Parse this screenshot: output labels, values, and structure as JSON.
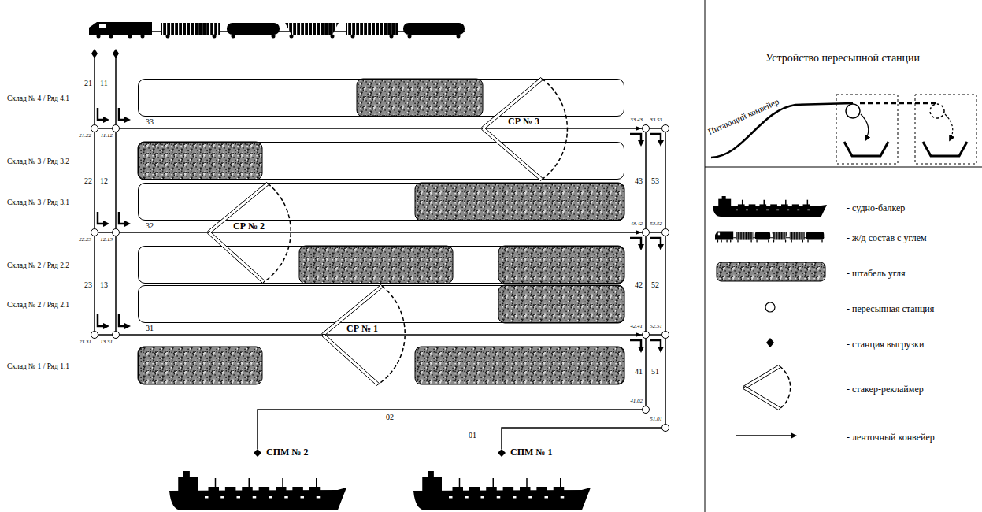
{
  "diagram": {
    "nodes": [
      {
        "text": [
          "Склад № 4 / Ряд 4.1"
        ]
      },
      {
        "text": [
          "Склад № 3 / Ряд 3.2"
        ]
      },
      {
        "text": [
          "Склад № 3 / Ряд 3.1"
        ]
      },
      {
        "text": [
          "Склад № 2 / Ряд 2.2"
        ]
      },
      {
        "text": [
          "Склад № 2 / Ряд 2.1"
        ]
      },
      {
        "text": [
          "Склад № 1 / Ряд 1.1"
        ]
      },
      {
        "text": [
          "21.22"
        ]
      },
      {
        "text": [
          "11.12"
        ]
      },
      {
        "text": [
          "33.43"
        ]
      },
      {
        "text": [
          "33.53"
        ]
      },
      {
        "text": [
          "22.23"
        ]
      },
      {
        "text": [
          "12.13"
        ]
      },
      {
        "text": [
          "43.42"
        ]
      },
      {
        "text": [
          "53.52"
        ]
      },
      {
        "text": [
          "23.31"
        ]
      },
      {
        "text": [
          "13.31"
        ]
      },
      {
        "text": [
          "42.41"
        ]
      },
      {
        "text": [
          "52.51"
        ]
      },
      {
        "text": [
          "41.02"
        ]
      },
      {
        "text": [
          "51.01"
        ]
      },
      {
        "text": [
          "СПМ № 2"
        ]
      },
      {
        "text": [
          "СПМ № 1"
        ]
      }
    ],
    "edges": [
      {
        "from": 6,
        "to": 10,
        "label": "22",
        "arrow": "none"
      },
      {
        "from": 10,
        "to": 14,
        "label": "23",
        "arrow": "none"
      },
      {
        "from": 7,
        "to": 11,
        "label": "12",
        "arrow": "none"
      },
      {
        "from": 11,
        "to": 15,
        "label": "13",
        "arrow": "none"
      },
      {
        "from": 6,
        "to": 7,
        "arrow": "none"
      },
      {
        "from": 7,
        "to": 8,
        "label": "33",
        "arrow": "to"
      },
      {
        "from": 8,
        "to": 9,
        "arrow": "none"
      },
      {
        "from": 10,
        "to": 11,
        "arrow": "none"
      },
      {
        "from": 11,
        "to": 12,
        "label": "32",
        "arrow": "to"
      },
      {
        "from": 12,
        "to": 13,
        "arrow": "none"
      },
      {
        "from": 14,
        "to": 15,
        "arrow": "none"
      },
      {
        "from": 15,
        "to": 16,
        "label": "31",
        "arrow": "to"
      },
      {
        "from": 16,
        "to": 17,
        "arrow": "none"
      },
      {
        "from": 8,
        "to": 12,
        "label": "43",
        "arrow": "none"
      },
      {
        "from": 12,
        "to": 16,
        "label": "42",
        "arrow": "none"
      },
      {
        "from": 16,
        "to": 18,
        "label": "41",
        "arrow": "none"
      },
      {
        "from": 9,
        "to": 13,
        "label": "53",
        "arrow": "none"
      },
      {
        "from": 13,
        "to": 17,
        "label": "52",
        "arrow": "none"
      },
      {
        "from": 17,
        "to": 19,
        "label": "51",
        "arrow": "none"
      },
      {
        "from": 18,
        "to": 20,
        "label": "02",
        "arrow": "none"
      },
      {
        "from": 19,
        "to": 21,
        "label": "01",
        "arrow": "none"
      }
    ],
    "labels": [
      "21",
      "11",
      "СР № 3",
      "СР № 2",
      "СР № 1",
      "Устройство пересыпной станции",
      "Питающий конвейер"
    ],
    "legend": [
      {
        "text": "- судно-балкер"
      },
      {
        "text": "- ж/д состав с углем"
      },
      {
        "text": "- штабель угля"
      },
      {
        "text": "- пересыпная станция"
      },
      {
        "text": "- станция выгрузки"
      },
      {
        "text": "- стакер-реклаймер"
      },
      {
        "text": "- ленточный конвейер"
      }
    ]
  }
}
